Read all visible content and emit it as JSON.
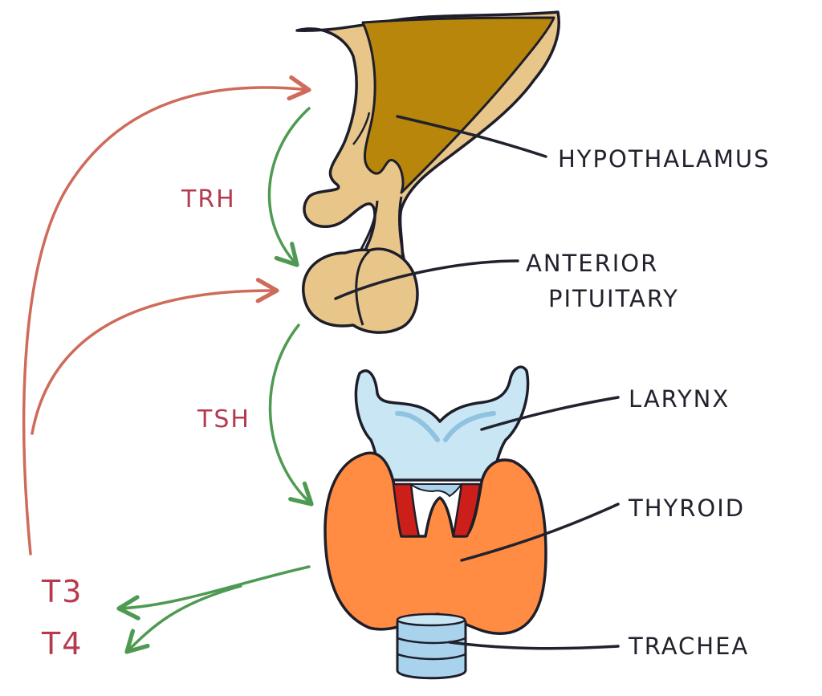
{
  "labels": {
    "hypothalamus": "HYPOTHALAMUS",
    "anterior_line1": "ANTERIOR",
    "anterior_line2": "PITUITARY",
    "larynx": "LARYNX",
    "thyroid": "THYROID",
    "trachea": "TRACHEA"
  },
  "hormones": {
    "trh": "TRH",
    "tsh": "TSH",
    "t3": "T3",
    "t4": "T4"
  },
  "colors": {
    "hypothalamus_fill": "#b8860b",
    "pituitary_fill": "#e8c68a",
    "larynx_fill": "#c9e6f5",
    "larynx_shade": "#8fc3e0",
    "thyroid_fill": "#ff8c42",
    "thyroid_red": "#cc1f1a",
    "trachea_fill": "#a9d3ec",
    "outline": "#1e1e2a",
    "green_arrow": "#4f9a52",
    "red_arrow": "#cf6b5b",
    "hormone_text": "#b53a4f",
    "label_text": "#22222e"
  }
}
